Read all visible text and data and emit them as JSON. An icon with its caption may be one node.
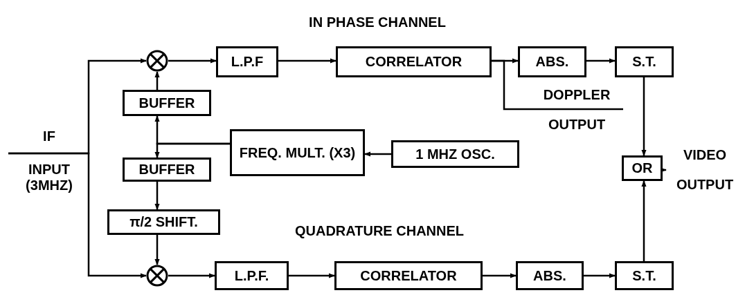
{
  "diagram": {
    "nodes": [
      {
        "text": [],
        "shape": "circle"
      },
      {
        "text": [
          "L.P.F"
        ]
      },
      {
        "text": [
          "CORRELATOR"
        ]
      },
      {
        "text": [
          "ABS."
        ]
      },
      {
        "text": [
          "S.T."
        ]
      },
      {
        "text": [
          "BUFFER"
        ]
      },
      {
        "text": [
          "FREQ. MULT. (X3)"
        ]
      },
      {
        "text": [
          "1 MHZ OSC."
        ]
      },
      {
        "text": [
          "BUFFER"
        ]
      },
      {
        "text": [
          "OR"
        ]
      },
      {
        "text": [
          "π/2 SHIFT."
        ]
      },
      {
        "text": [],
        "shape": "circle"
      },
      {
        "text": [
          "L.P.F."
        ]
      },
      {
        "text": [
          "CORRELATOR"
        ]
      },
      {
        "text": [
          "ABS."
        ]
      },
      {
        "text": [
          "S.T."
        ]
      },
      {
        "text": [
          "IF",
          "INPUT (3MHZ)"
        ]
      },
      {
        "text": [
          "DOPPLER",
          "OUTPUT"
        ]
      },
      {
        "text": [
          "VIDEO",
          "OUTPUT"
        ]
      }
    ],
    "edges": [
      {
        "from": 16,
        "to": 0,
        "arrow": "to"
      },
      {
        "from": 16,
        "to": 11,
        "arrow": "to"
      },
      {
        "from": 0,
        "to": 1,
        "arrow": "to"
      },
      {
        "from": 1,
        "to": 2,
        "arrow": "to"
      },
      {
        "from": 2,
        "to": 3,
        "arrow": "to"
      },
      {
        "from": 3,
        "to": 4,
        "arrow": "to"
      },
      {
        "from": 2,
        "to": 17,
        "arrow": "none"
      },
      {
        "from": 4,
        "to": 9,
        "arrow": "to"
      },
      {
        "from": 5,
        "to": 0,
        "arrow": "to"
      },
      {
        "from": 6,
        "to": 5,
        "arrow": "to"
      },
      {
        "from": 6,
        "to": 8,
        "arrow": "to"
      },
      {
        "from": 7,
        "to": 6,
        "arrow": "to"
      },
      {
        "from": 8,
        "to": 10,
        "arrow": "to"
      },
      {
        "from": 10,
        "to": 11,
        "arrow": "to"
      },
      {
        "from": 11,
        "to": 12,
        "arrow": "to"
      },
      {
        "from": 12,
        "to": 13,
        "arrow": "to"
      },
      {
        "from": 13,
        "to": 14,
        "arrow": "to"
      },
      {
        "from": 14,
        "to": 15,
        "arrow": "to"
      },
      {
        "from": 15,
        "to": 9,
        "arrow": "to"
      },
      {
        "from": 9,
        "to": 18,
        "arrow": "to"
      }
    ],
    "labels": [
      "IN PHASE CHANNEL",
      "QUADRATURE CHANNEL"
    ]
  }
}
